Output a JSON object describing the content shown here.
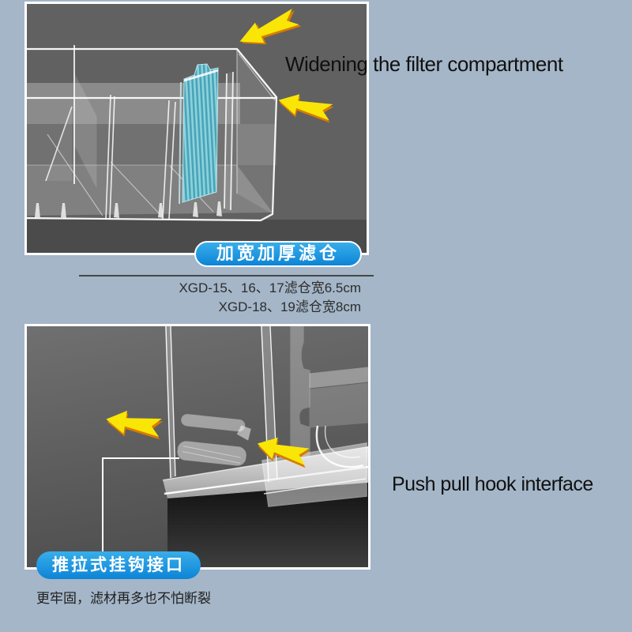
{
  "page": {
    "background_color": "#a4b6c8"
  },
  "top_feature": {
    "heading": "Widening the filter compartment",
    "badge_label": "加宽加厚滤仓",
    "spec_lines": [
      "XGD-15、16、17滤仓宽6.5cm",
      "XGD-18、19滤仓宽8cm"
    ]
  },
  "bottom_feature": {
    "heading": "Push pull hook interface",
    "badge_label": "推拉式挂钩接口",
    "caption": "更牢固，滤材再多也不怕断裂"
  },
  "colors": {
    "badge_gradient_top": "#38aeea",
    "badge_gradient_bottom": "#0d84d6",
    "badge_text": "#ffffff",
    "arrow_yellow": "#f9e606",
    "arrow_shadow_orange": "#d87c00",
    "top_photo_background": "#616161",
    "bottom_photo_background": "#606060",
    "filter_media_teal": "#47a4b8",
    "heading_text": "#101010",
    "divider_rule": "#474747"
  },
  "icons": {
    "top_photo": [
      "yellow-arrow-down-left-icon",
      "yellow-arrow-left-icon"
    ],
    "bottom_photo": [
      "yellow-arrow-left-icon",
      "yellow-arrow-left-icon"
    ]
  }
}
